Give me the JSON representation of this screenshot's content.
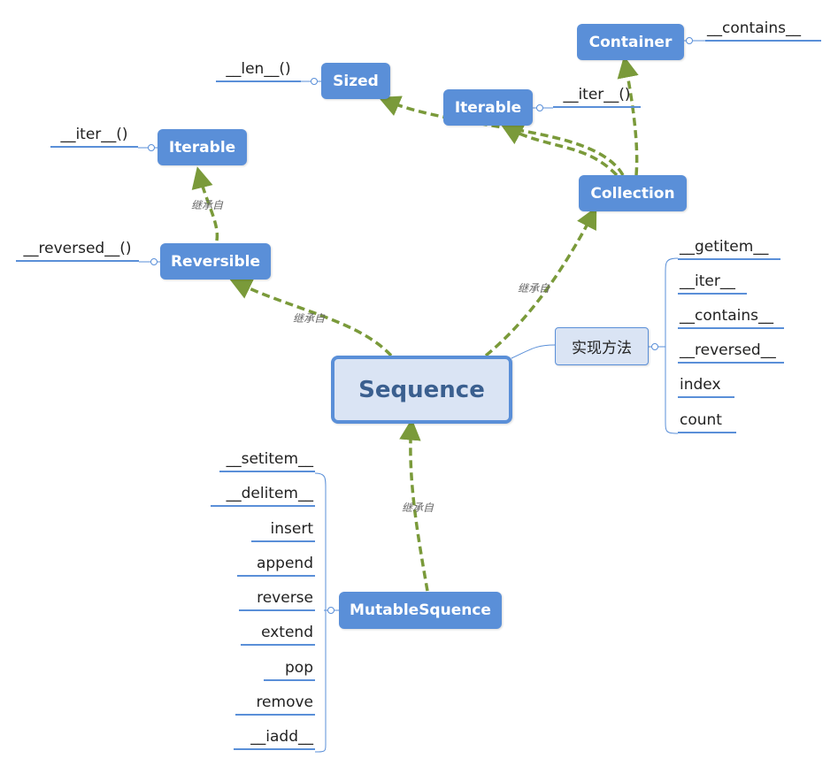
{
  "center": {
    "label": "Sequence"
  },
  "nodes": {
    "container": "Container",
    "sized": "Sized",
    "iterable_right": "Iterable",
    "collection": "Collection",
    "iterable_left": "Iterable",
    "reversible": "Reversible",
    "impl": "实现方法",
    "mutable": "MutableSquence"
  },
  "leaves": {
    "container": [
      "__contains__"
    ],
    "sized": [
      "__len__()"
    ],
    "iterable_right": [
      "__iter__()"
    ],
    "iterable_left": [
      "__iter__()"
    ],
    "reversible": [
      "__reversed__()"
    ],
    "impl": [
      "__getitem__",
      "__iter__",
      "__contains__",
      "__reversed__",
      "index",
      "count"
    ],
    "mutable": [
      "__setitem__",
      "__delitem__",
      "insert",
      "append",
      "reverse",
      "extend",
      "pop",
      "remove",
      "__iadd__"
    ]
  },
  "edge_labels": {
    "reversible_iterable": "继承自",
    "sequence_reversible": "继承自",
    "sequence_collection": "继承自",
    "mutable_sequence": "继承自"
  },
  "colors": {
    "node_blue": "#5a8fd8",
    "center_fill": "#dae4f4",
    "arrow_green": "#7a9a3a",
    "line_blue": "#5a8fd8"
  }
}
